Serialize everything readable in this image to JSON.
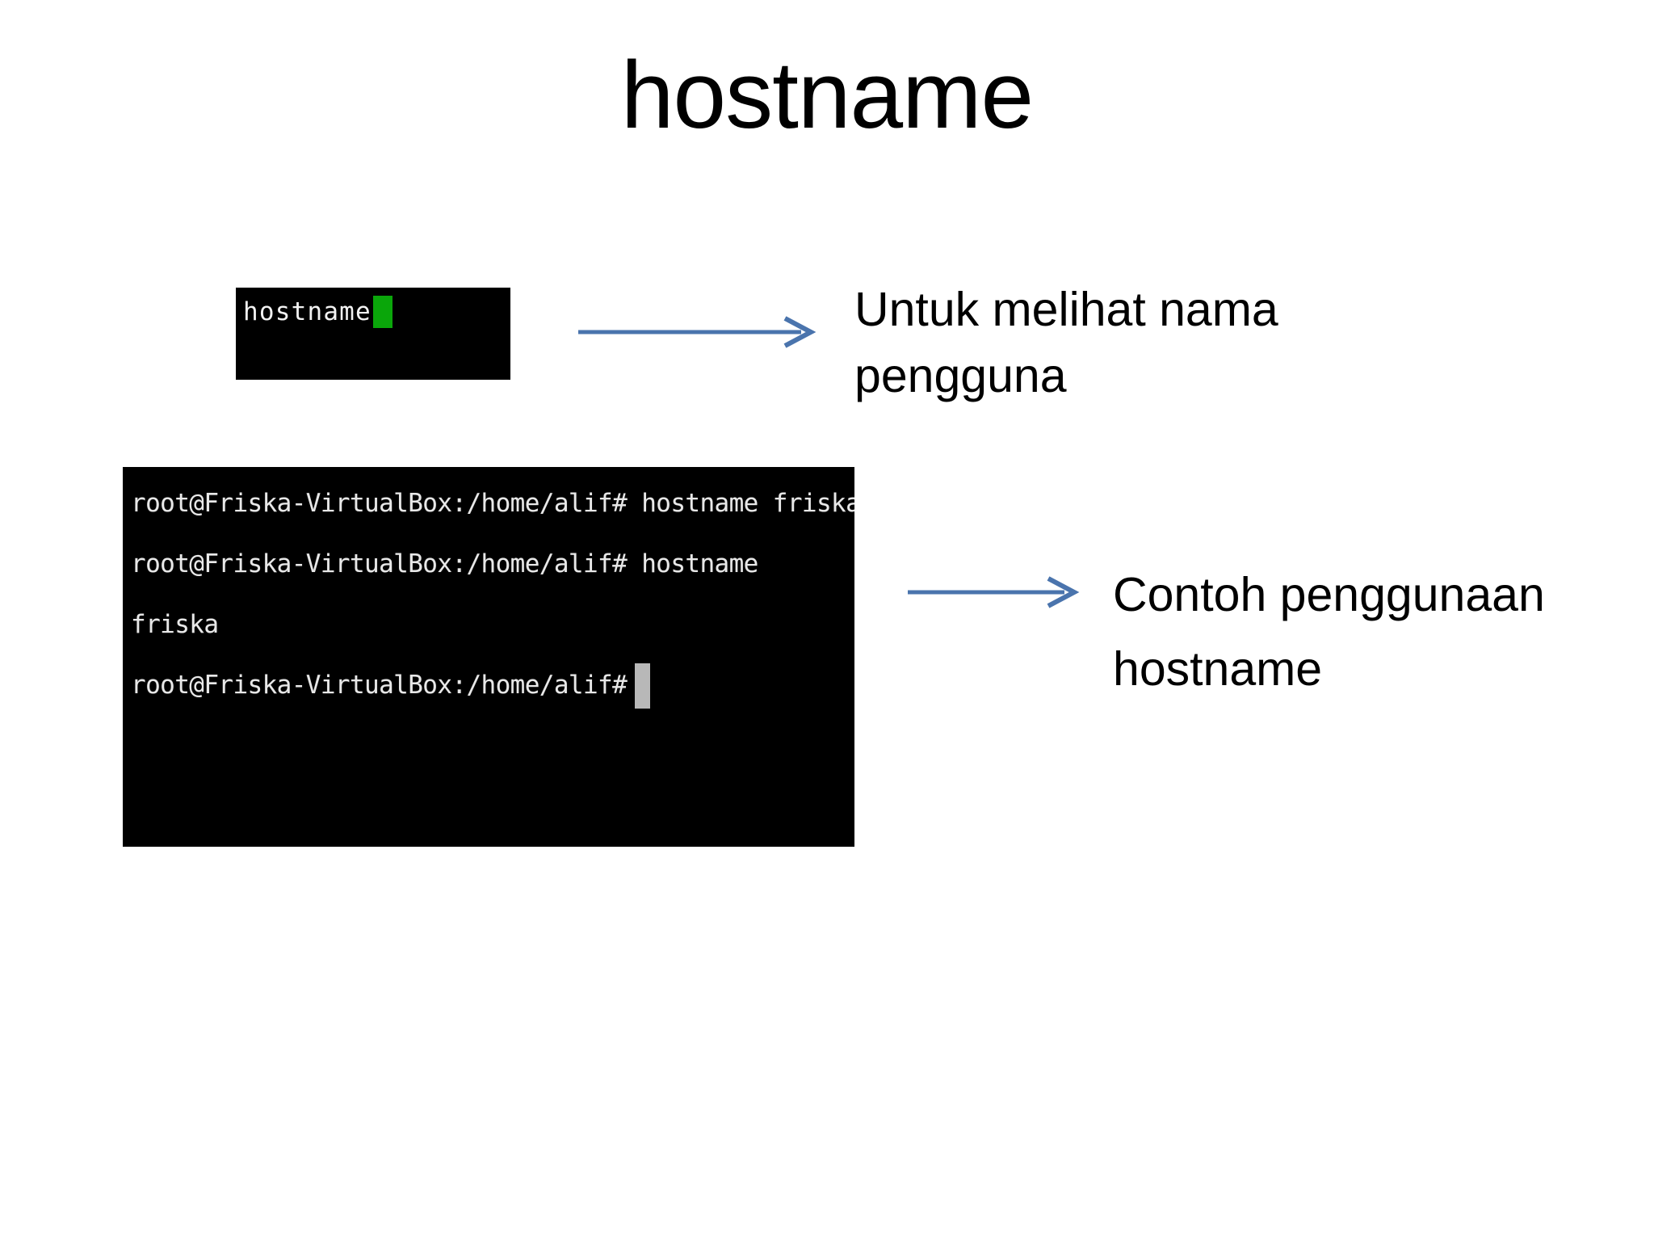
{
  "slide": {
    "title": "hostname",
    "background_color": "#ffffff",
    "text_color": "#000000",
    "arrow_color": "#4a74ad"
  },
  "terminal_small": {
    "name": "hostname-command-terminal",
    "background_color": "#000000",
    "text_color": "#f2f2f2",
    "cursor_color": "#0aa60a",
    "line": "hostname"
  },
  "terminal_large": {
    "name": "hostname-example-terminal",
    "background_color": "#000000",
    "text_color": "#e8e8e8",
    "cursor_color": "#b8b8b8",
    "lines": [
      "root@Friska-VirtualBox:/home/alif# hostname friska",
      "root@Friska-VirtualBox:/home/alif# hostname",
      "friska",
      "root@Friska-VirtualBox:/home/alif#"
    ]
  },
  "callouts": [
    {
      "id": "callout-usage",
      "text": "Untuk melihat nama\npengguna",
      "arrow": "arrow-right-icon"
    },
    {
      "id": "callout-example",
      "text": "Contoh penggunaan\nhostname",
      "arrow": "arrow-right-icon"
    }
  ]
}
